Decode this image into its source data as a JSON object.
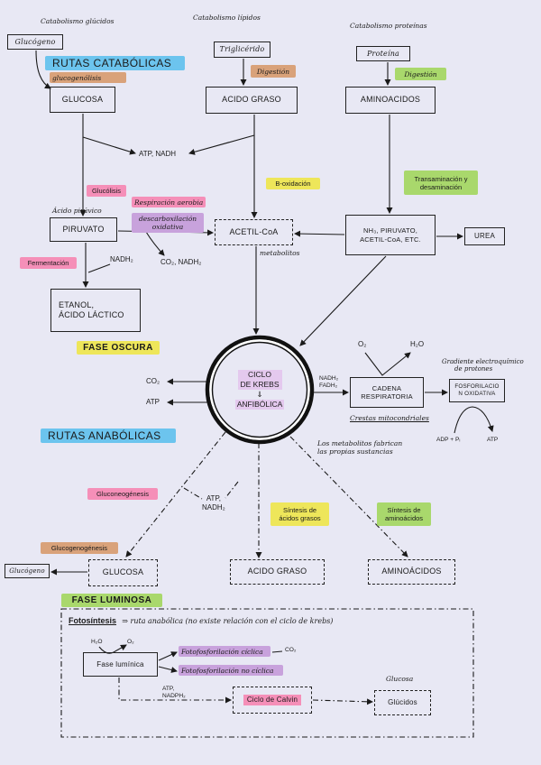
{
  "colors": {
    "paper": "#e8e8f4",
    "ink": "#1a1a1a",
    "highlight_blue": "#6cc4ee",
    "highlight_brown": "#d9a27a",
    "highlight_yellow": "#eee65a",
    "highlight_green": "#a9d86c",
    "highlight_pink": "#f58fb8",
    "highlight_purple": "#c8a2dc",
    "highlight_lilac": "#e4c9ee"
  },
  "headers": {
    "carbohydrates": "Catabolismo glúcidos",
    "lipids": "Catabolismo lípidos",
    "proteins": "Catabolismo proteínas"
  },
  "catabolic": {
    "title": "RUTAS CATABÓLICAS",
    "glycogen": "Glucógeno",
    "glycogenolysis": "glucogenólisis",
    "glucose": "GLUCOSA",
    "triglyceride": "Triglicérido",
    "lipid_digestion": "Digestión",
    "fatty_acid": "ACIDO GRASO",
    "protein": "Proteína",
    "protein_digestion": "Digestión",
    "amino_acids": "AMINOACIDOS",
    "atp_nadh": "ATP, NADH",
    "glycolysis": "Glucólisis",
    "aerobic_respiration": "Respiración aerobia",
    "pyruvic_acid": "Ácido pirúvico",
    "oxidative_decarboxylation": [
      "descarboxilación",
      "oxidativa"
    ],
    "beta_oxidation": "B-oxidación",
    "transamination": [
      "Transaminación y",
      "desaminación"
    ],
    "pyruvate": "PIRUVATO",
    "acetyl_coa": "ACETIL-CoA",
    "amino_products": [
      "NH₃, PIRUVATO,",
      "ACETIL-CoA, ETC."
    ],
    "urea": "UREA",
    "fermentation": "Fermentación",
    "fermentation_nadh2": "NADH₂",
    "decarboxylation_products": "CO₂, NADH₂",
    "metabolites": "metabolitos",
    "fermentation_products": [
      "ETANOL,",
      "ÁCIDO LÁCTICO"
    ]
  },
  "krebs": {
    "dark_phase": "FASE OSCURA",
    "name": [
      "CICLO",
      "DE KREBS"
    ],
    "arrow": "⇓",
    "nature": "ANFIBÓLICA",
    "out_co2": "CO₂",
    "out_atp": "ATP",
    "out_reduced": [
      "NADH₂",
      "FADH₂"
    ]
  },
  "respiration": {
    "o2": "O₂",
    "h2o": "H₂O",
    "chain": [
      "CADENA",
      "RESPIRATORIA"
    ],
    "location": "Crestas mitocondriales",
    "gradient": [
      "Gradiente electroquímico",
      "de protones"
    ],
    "phosphorylation": [
      "FOSFORILACIO",
      "N OXIDATIVA"
    ],
    "adp": "ADP + Pᵢ",
    "atp": "ATP"
  },
  "anabolic": {
    "title": "RUTAS ANABÓLICAS",
    "note": [
      "Los metabolitos fabrican",
      "las propias sustancias"
    ],
    "gluconeogenesis": "Gluconeogénesis",
    "energy": [
      "ATP,",
      "NADH₂"
    ],
    "fatty_acid_synthesis": [
      "Síntesis de",
      "ácidos grasos"
    ],
    "amino_acid_synthesis": [
      "Síntesis de",
      "aminoácidos"
    ],
    "glycogenesis": "Glucogenogénesis",
    "glycogen": "Glucógeno",
    "glucose": "GLUCOSA",
    "fatty_acid": "ACIDO GRASO",
    "amino_acids": "AMINOÁCIDOS"
  },
  "photosynthesis": {
    "light_phase_label": "FASE LUMINOSA",
    "title": "Fotosíntesis",
    "description": "⇒ ruta anabólica (no existe relación con el ciclo de krebs)",
    "h2o": "H₂O",
    "o2": "O₂",
    "light_phase": "Fase lumínica",
    "cyclic": "Fotofosforilación cíclica",
    "co2": "CO₂",
    "non_cyclic": "Fotofosforilación no cíclica",
    "energy": [
      "ATP,",
      "NADPH₂"
    ],
    "calvin": "Ciclo de Calvin",
    "glucose": "Glucosa",
    "carbohydrates": "Glúcidos"
  }
}
